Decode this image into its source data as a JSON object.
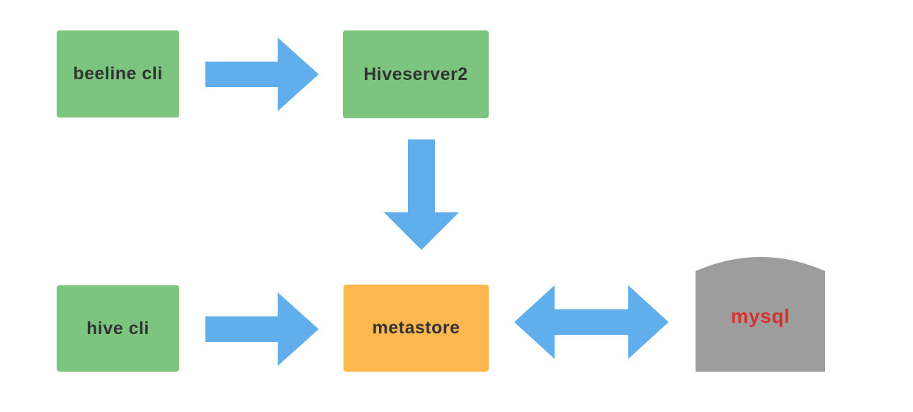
{
  "diagram": {
    "description": "Hive architecture diagram",
    "background": "#ffffff",
    "nodes": {
      "beeline_cli": {
        "label": "beeline cli",
        "shape": "rectangle",
        "fill": "#7cc57e",
        "text_color": "#333333"
      },
      "hiveserver2": {
        "label": "Hiveserver2",
        "shape": "rectangle",
        "fill": "#7cc57e",
        "text_color": "#333333"
      },
      "hive_cli": {
        "label": "hive cli",
        "shape": "rectangle",
        "fill": "#7cc57e",
        "text_color": "#333333"
      },
      "metastore": {
        "label": "metastore",
        "shape": "rectangle",
        "fill": "#fcb74e",
        "text_color": "#333333"
      },
      "mysql": {
        "label": "mysql",
        "shape": "database",
        "fill": "#9d9d9d",
        "text_color": "#d5322f"
      }
    },
    "edges": [
      {
        "from": "beeline cli",
        "to": "Hiveserver2",
        "arrow": "right",
        "color": "#61aeec"
      },
      {
        "from": "Hiveserver2",
        "to": "metastore",
        "arrow": "down",
        "color": "#61aeec"
      },
      {
        "from": "hive cli",
        "to": "metastore",
        "arrow": "right",
        "color": "#61aeec"
      },
      {
        "from": "metastore",
        "to": "mysql",
        "arrow": "bidirectional",
        "color": "#61aeec"
      }
    ]
  }
}
